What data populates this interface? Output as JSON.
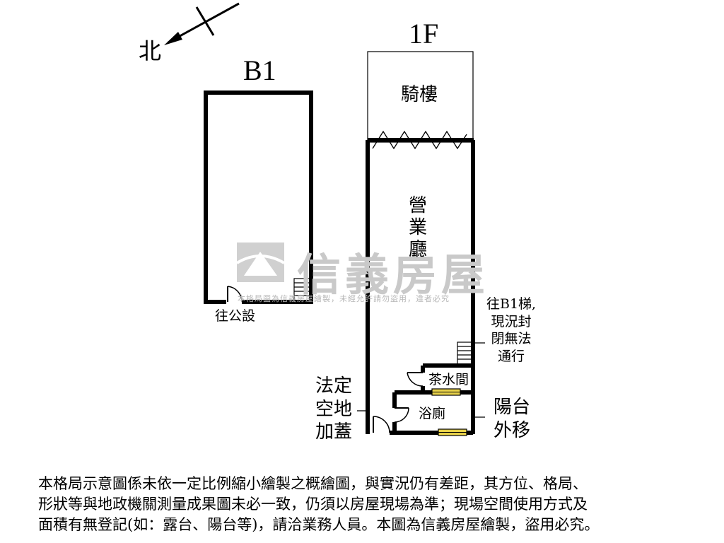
{
  "compass": {
    "north_label": "北"
  },
  "floors": {
    "b1": {
      "title": "B1",
      "exit_label": "往公設"
    },
    "f1": {
      "title": "1F",
      "arcade_label": "騎樓",
      "hall_label": "營業廳",
      "stair_note": [
        "往B1梯,",
        "現況封",
        "閉無法",
        "通行"
      ],
      "tea_room_label": "茶水間",
      "bathroom_label": "浴廁",
      "legal_space_label": [
        "法定",
        "空地",
        "加蓋"
      ],
      "balcony_label": [
        "陽台",
        "外移"
      ]
    }
  },
  "watermark": {
    "brand": "信義房屋",
    "fine_print": "本格局圖為信義房屋繪製，未經允許請勿盜用，違者必究"
  },
  "disclaimer": {
    "lines": [
      "本格局示意圖係未依一定比例縮小繪製之概繪圖，與實況仍有差距，其方位、格局、",
      "形狀等與地政機關測量成果圖未必一致，仍須以房屋現場為準；現場空間使用方式及",
      "面積有無登記(如：露台、陽台等)，請洽業務人員。本圖為信義房屋繪製，盜用必究。"
    ]
  },
  "colors": {
    "wall": "#000000",
    "window": "#e8d24a",
    "watermark": "#c9c9c9"
  }
}
